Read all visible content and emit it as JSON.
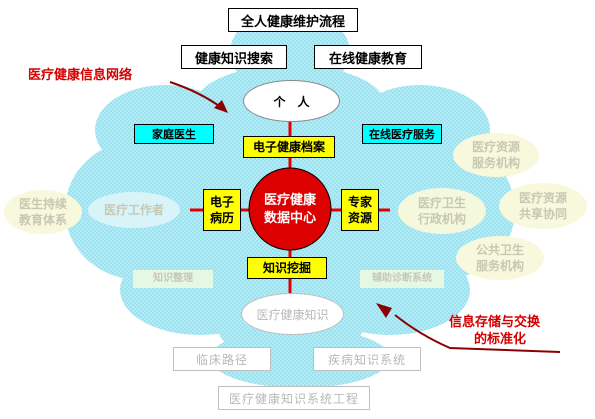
{
  "title": "全人健康维护流程",
  "top_left": "健康知识搜索",
  "top_right": "在线健康教育",
  "network_label": "医疗健康信息网络",
  "person": "个　人",
  "family_doctor": "家庭医生",
  "online_service": "在线医疗服务",
  "health_record": "电子健康档案",
  "center_line1": "医疗健康",
  "center_line2": "数据中心",
  "emr_line1": "电子",
  "emr_line2": "病历",
  "expert_line1": "专家",
  "expert_line2": "资源",
  "knowledge_mining": "知识挖掘",
  "medical_worker": "医疗工作者",
  "continuing_ed_line1": "医生持续",
  "continuing_ed_line2": "教育体系",
  "admin_line1": "医疗卫生",
  "admin_line2": "行政机构",
  "resource_inst_line1": "医疗资源",
  "resource_inst_line2": "服务机构",
  "resource_share_line1": "医疗资源",
  "resource_share_line2": "共享协同",
  "public_health_line1": "公共卫生",
  "public_health_line2": "服务机构",
  "knowledge_mgmt": "知识整理",
  "aux_diag": "辅助诊断系统",
  "health_knowledge": "医疗健康知识",
  "storage_line1": "信息存储与交换",
  "storage_line2": "的标准化",
  "clinical_path": "临床路径",
  "disease_kb": "疾病知识系统",
  "kb_engineering": "医疗健康知识系统工程",
  "colors": {
    "cyan": "#00ffff",
    "yellow": "#ffff00",
    "red": "#dd0000",
    "blob": "#a8e8f4"
  }
}
